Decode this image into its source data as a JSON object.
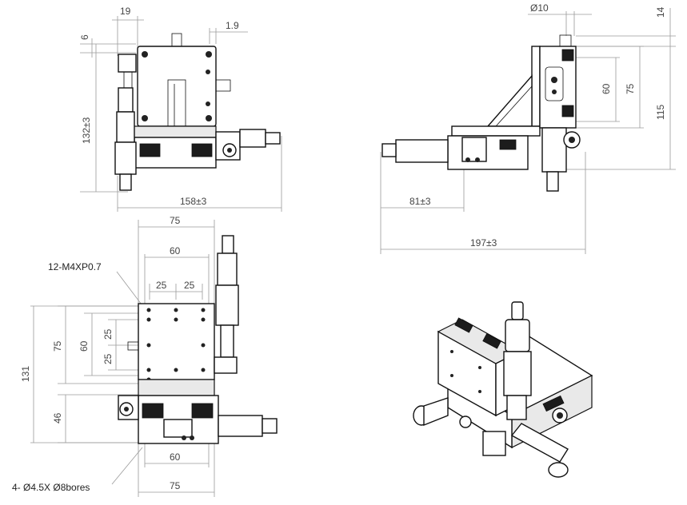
{
  "drawing": {
    "top_view": {
      "dim_top_width": "19",
      "dim_top_right": "1.9",
      "dim_left_small": "6",
      "dim_height": "132±3",
      "dim_bottom_width": "158±3"
    },
    "right_view": {
      "dim_diameter": "Ø10",
      "dim_top_right": "14",
      "dim_inner_height": "60",
      "dim_mid_height": "75",
      "dim_total_height": "115",
      "dim_offset": "81±3",
      "dim_total_width": "197±3"
    },
    "front_view": {
      "dim_width_75_top": "75",
      "dim_width_60_top": "60",
      "dim_pitch_25_a": "25",
      "dim_pitch_25_b": "25",
      "dim_thread_note": "12-M4XP0.7",
      "dim_height_131": "131",
      "dim_height_75": "75",
      "dim_height_60": "60",
      "dim_vpitch_25_a": "25",
      "dim_vpitch_25_b": "25",
      "dim_height_46": "46",
      "dim_width_60_bottom": "60",
      "dim_width_75_bottom": "75",
      "dim_bore_note": "4- Ø4.5X Ø8bores"
    }
  }
}
